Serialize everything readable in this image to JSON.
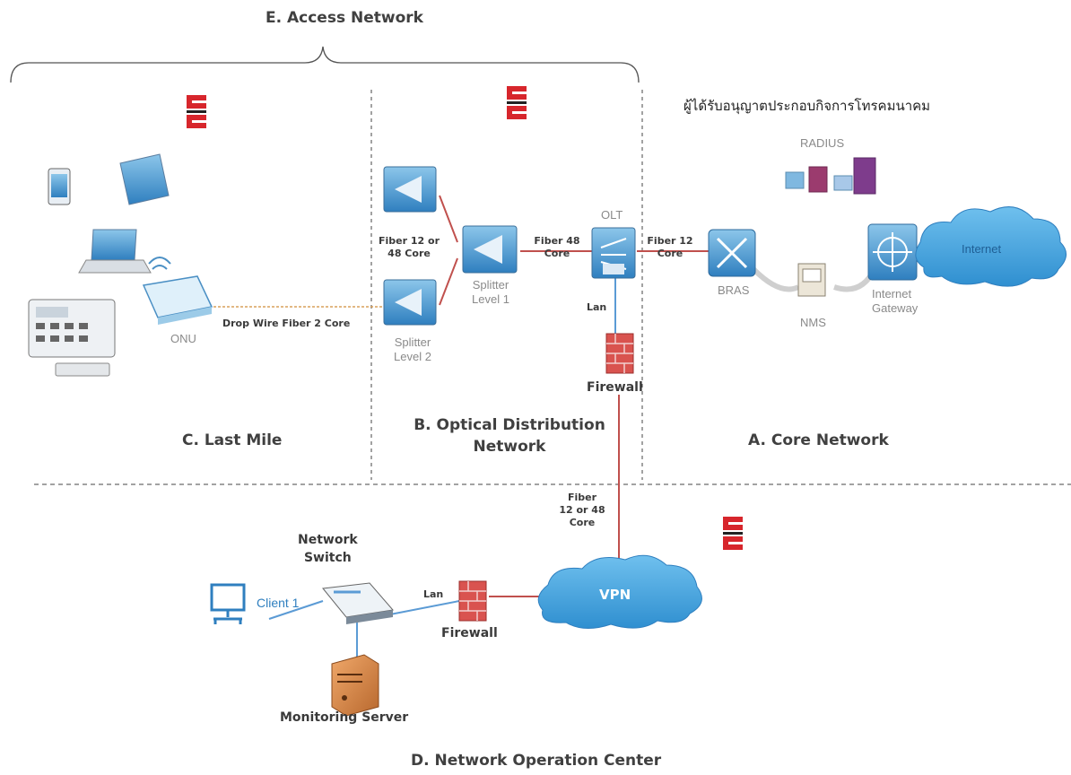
{
  "sections": {
    "access_network": "E. Access Network",
    "last_mile": "C. Last Mile",
    "optical_distribution_line1": "B. Optical Distribution",
    "optical_distribution_line2": "Network",
    "core_network": "A. Core Network",
    "noc": "D. Network Operation Center"
  },
  "thai_label": "ผู้ได้รับอนุญาตประกอบกิจการโทรคมนาคม",
  "nodes": {
    "onu": "ONU",
    "splitter2_line1": "Splitter",
    "splitter2_line2": "Level 2",
    "splitter1_line1": "Splitter",
    "splitter1_line2": "Level 1",
    "olt": "OLT",
    "firewall_top": "Firewall",
    "radius": "RADIUS",
    "bras": "BRAS",
    "nms": "NMS",
    "internet": "Internet",
    "internet_gateway_line1": "Internet",
    "internet_gateway_line2": "Gateway",
    "network_switch_line1": "Network",
    "network_switch_line2": "Switch",
    "client": "Client 1",
    "monitoring_server": "Monitoring Server",
    "firewall_bottom": "Firewall",
    "vpn": "VPN"
  },
  "links": {
    "drop_wire": "Drop Wire Fiber 2 Core",
    "fiber_12_48_line1": "Fiber 12 or",
    "fiber_12_48_line2": "48 Core",
    "fiber_48_line1": "Fiber 48",
    "fiber_48_line2": "Core",
    "fiber_12_line1": "Fiber 12",
    "fiber_12_line2": "Core",
    "lan_top": "Lan",
    "fiber_vpn_line1": "Fiber",
    "fiber_vpn_line2": "12 or 48",
    "fiber_vpn_line3": "Core",
    "lan_bottom": "Lan"
  },
  "colors": {
    "fiber_red": "#c0504d",
    "lan_blue": "#5b9bd5",
    "orange_line": "#d9a05b",
    "cloud_blue": "#4aa8e0",
    "logo_red": "#d7262c"
  },
  "icons": [
    "tablet-icon",
    "tablet-icon",
    "laptop-icon",
    "telephone-icon",
    "onu-router-icon",
    "splitter-icon",
    "olt-icon",
    "firewall-icon",
    "server-icon",
    "router-icon",
    "pc-icon",
    "cloud-icon",
    "switch-icon",
    "monitor-icon",
    "logo-icon"
  ]
}
